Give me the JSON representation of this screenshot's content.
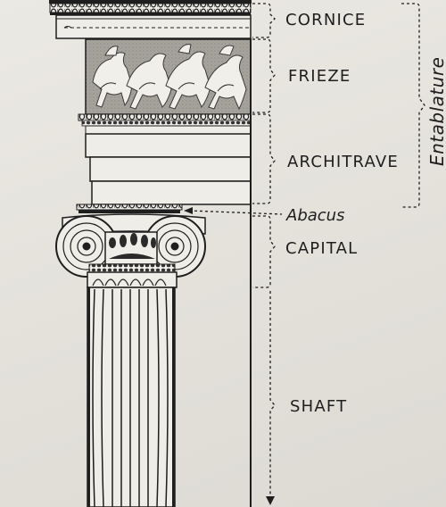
{
  "labels": {
    "cornice": "CORNICE",
    "frieze": "FRIEZE",
    "architrave": "ARCHITRAVE",
    "abacus": "Abacus",
    "capital": "CAPITAL",
    "shaft": "SHAFT",
    "entablature": "Entablature"
  },
  "colors": {
    "ink": "#1e1e1e",
    "paper": "#e6e4de",
    "relief_bg": "#a6a49c",
    "relief_fg": "#f1efea"
  }
}
